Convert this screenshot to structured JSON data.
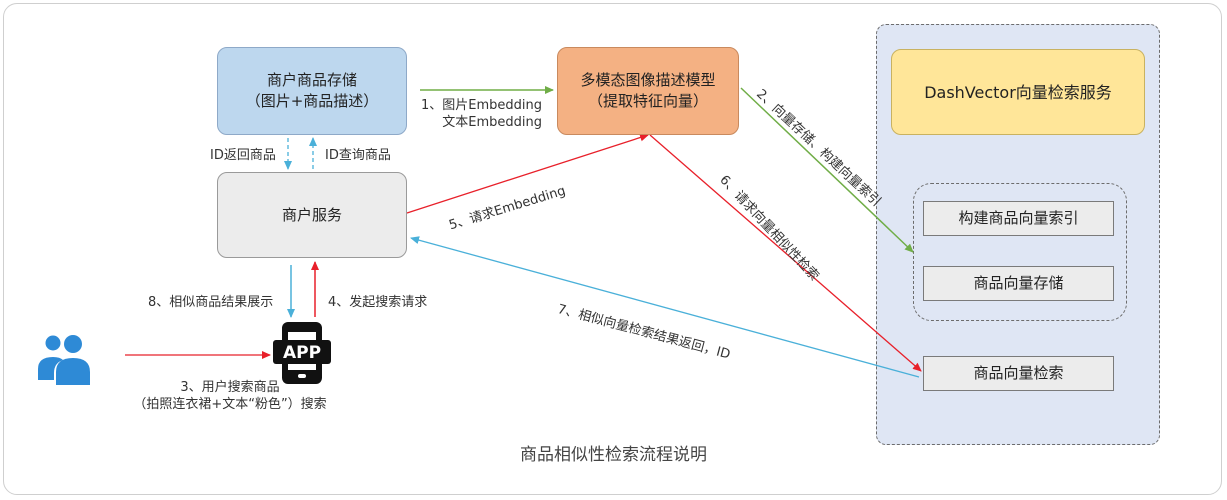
{
  "title": "商品相似性检索流程说明",
  "nodes": {
    "storage": {
      "line1": "商户商品存储",
      "line2": "（图片+商品描述）"
    },
    "model": {
      "line1": "多模态图像描述模型",
      "line2": "（提取特征向量）"
    },
    "dashvector": {
      "label": "DashVector向量检索服务"
    },
    "merchant_service": {
      "label": "商户服务"
    },
    "build_index": {
      "label": "构建商品向量索引"
    },
    "vector_storage": {
      "label": "商品向量存储"
    },
    "vector_search": {
      "label": "商品向量检索"
    },
    "app": {
      "label": "APP"
    }
  },
  "edges": {
    "e1_line1": "1、图片Embedding",
    "e1_line2": "文本Embedding",
    "e2": "2、向量存储、构建向量索引",
    "id_return": "ID返回商品",
    "id_query": "ID查询商品",
    "e3_line1": "3、用户搜索商品",
    "e3_line2": "（拍照连衣裙+文本“粉色”）搜索",
    "e4": "4、发起搜索请求",
    "e5": "5、请求Embedding",
    "e6": "6、请求向量相似性检索",
    "e7": "7、相似向量检索结果返回，ID",
    "e8": "8、相似商品结果展示"
  },
  "colors": {
    "green": "#70ad47",
    "red": "#e8202a",
    "blue": "#4ab0d9",
    "storage_fill": "#bdd7ee",
    "model_fill": "#f4b183",
    "dashvector_fill": "#ffe699",
    "region_fill": "#dfe6f4",
    "user_icon": "#2e8ad6"
  },
  "icons": [
    "users-icon",
    "phone-app-icon"
  ]
}
